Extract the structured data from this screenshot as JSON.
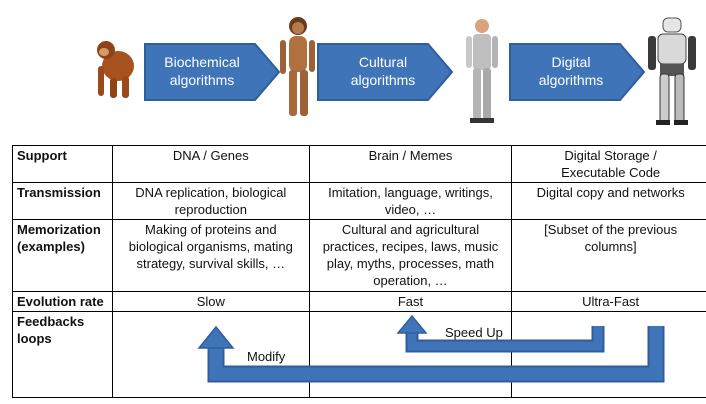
{
  "stages": [
    {
      "label": "Biochemical\nalgorithms"
    },
    {
      "label": "Cultural\nalgorithms"
    },
    {
      "label": "Digital\nalgorithms"
    }
  ],
  "figures": [
    {
      "icon": "ape-figure"
    },
    {
      "icon": "hominid-figure"
    },
    {
      "icon": "businessman-figure"
    },
    {
      "icon": "robot-figure"
    }
  ],
  "colors": {
    "arrow": "#3f74b8",
    "arrow_edge": "#2f5e9c",
    "loop": "#3f74b8"
  },
  "table": {
    "rows": [
      {
        "header": "Support",
        "cells": [
          "DNA / Genes",
          "Brain / Memes",
          "Digital Storage /\nExecutable Code"
        ],
        "align": [
          "c",
          "c",
          "c"
        ]
      },
      {
        "header": "Transmission",
        "cells": [
          "DNA replication, biological\nreproduction",
          "Imitation,  language, writings,\nvideo, …",
          "Digital copy and networks"
        ],
        "align": [
          "c",
          "c",
          "c"
        ]
      },
      {
        "header": "Memorization\n(examples)",
        "cells": [
          "Making of proteins and\nbiological organisms, mating\nstrategy, survival skills, …",
          "Cultural and agricultural\npractices, recipes, laws, music\nplay, myths, processes, math\noperation, …",
          "[Subset of the previous\ncolumns]"
        ],
        "align": [
          "c",
          "c",
          "c"
        ]
      },
      {
        "header": "Evolution rate",
        "cells": [
          "Slow",
          "Fast",
          "Ultra-Fast"
        ],
        "align": [
          "c",
          "c",
          "c"
        ]
      },
      {
        "header": "Feedbacks\nloops",
        "cells": [
          "",
          "",
          ""
        ],
        "align": [
          "c",
          "c",
          "c"
        ]
      }
    ]
  },
  "feedback": {
    "speed_up_label": "Speed Up",
    "modify_label": "Modify"
  }
}
